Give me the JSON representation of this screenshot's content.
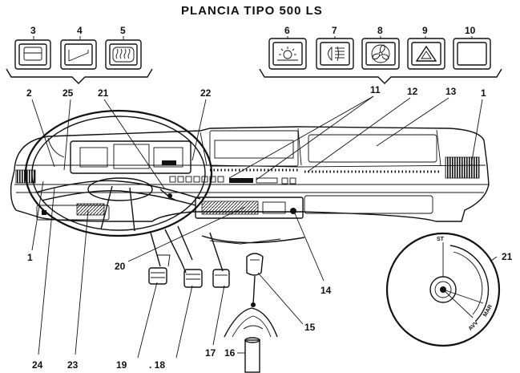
{
  "title": "PLANCIA TIPO 500 LS",
  "labels": {
    "n1": "1",
    "n1b": "1",
    "n2": "2",
    "n3": "3",
    "n4": "4",
    "n5": "5",
    "n6": "6",
    "n7": "7",
    "n8": "8",
    "n9": "9",
    "n10": "10",
    "n11": "11",
    "n12": "12",
    "n13": "13",
    "n14": "14",
    "n15": "15",
    "n16": "16",
    "n17": "17",
    "n18": ". 18",
    "n19": "19",
    "n20": "20",
    "n21": "21",
    "n21b": "21",
    "n22": "22",
    "n23": "23",
    "n24": "24",
    "n25": "25"
  },
  "ignition": {
    "st": "ST",
    "avv": "AVV",
    "mar": "MAR"
  },
  "icons": {
    "switch3": "rear-window-defrost-icon",
    "switch4": "wiper-icon",
    "switch5": "heated-window-icon",
    "switch6": "interior-light-icon",
    "switch7": "fog-light-icon",
    "switch8": "fan-icon",
    "switch9": "hazard-warning-icon",
    "switch10": "blank-switch-icon"
  }
}
